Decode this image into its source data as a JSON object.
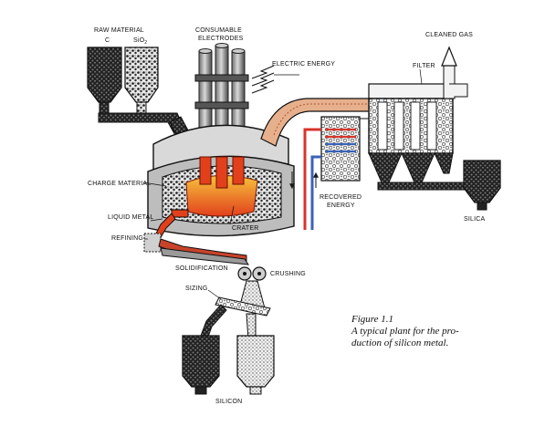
{
  "labels": {
    "raw_material": "RAW MATERIAL",
    "carbon": "C",
    "sio2": "SiO",
    "sio2_sub": "2",
    "consumable_line1": "CONSUMABLE",
    "consumable_line2": "ELECTRODES",
    "electric_energy": "ELECTRIC ENERGY",
    "cleaned_gas": "CLEANED GAS",
    "filter": "FILTER",
    "charge_material": "CHARGE MATERIAL",
    "liquid_metal": "LIQUID METAL",
    "refining": "REFINING",
    "crater": "CRATER",
    "recovered_line1": "RECOVERED",
    "recovered_line2": "ENERGY",
    "silica": "SILICA",
    "solidification": "SOLIDIFICATION",
    "crushing": "CRUSHING",
    "sizing": "SIZING",
    "silicon": "SILICON"
  },
  "caption": {
    "line1": "Figure 1.1",
    "line2": "A typical plant for the pro-",
    "line3": "duction of silicon metal."
  },
  "colors": {
    "ink": "#1a1a1a",
    "molten": "#e8501e",
    "hot": "#f4a020",
    "hot_water": "#d8342c",
    "cold_water": "#3a63b8",
    "gas_duct": "#e7b08d"
  }
}
